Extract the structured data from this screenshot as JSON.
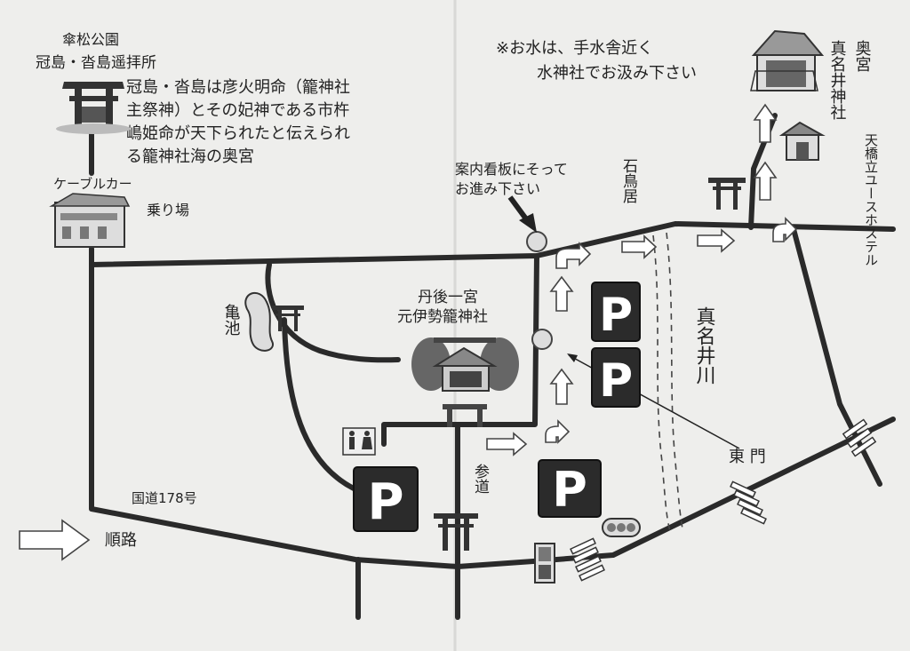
{
  "park_label": "傘松公園",
  "viewpoint_label": "冠島・沓島遥拝所",
  "description_lines": [
    "冠島・沓島は彦火明命（籠神社",
    "主祭神）とその妃神である市杵",
    "嶋姫命が天下られたと伝えられ",
    "る籠神社海の奥宮"
  ],
  "water_note_lines": [
    "※お水は、手水舎近く",
    "水神社でお汲み下さい"
  ],
  "okumiya_label": "奥宮",
  "manai_shrine_label": "真名井神社",
  "hostel_label": "天橋立ユースホステル",
  "cablecar_label": "ケーブルカー",
  "boarding_label": "乗り場",
  "signboard_note_lines": [
    "案内看板にそって",
    "お進み下さい"
  ],
  "stone_torii_label": "石鳥居",
  "kame_pond_label": "亀池",
  "shrine_name_lines": [
    "丹後一宮",
    "元伊勢籠神社"
  ],
  "manai_river_label": "真名井川",
  "east_gate_label": "東 門",
  "approach_label": "参道",
  "route_label": "国道178号",
  "direction_label": "順路",
  "parking_symbol": "P"
}
